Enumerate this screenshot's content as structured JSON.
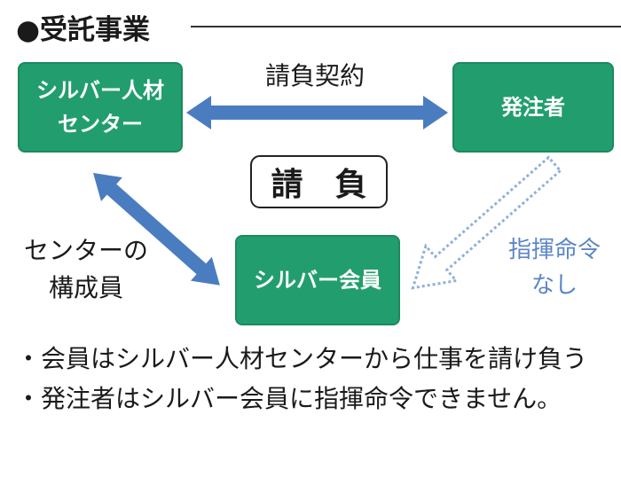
{
  "header": {
    "title": "●受託事業"
  },
  "nodes": {
    "center": {
      "line1": "シルバー人材",
      "line2": "センター"
    },
    "client": {
      "label": "発注者"
    },
    "member": {
      "label": "シルバー会員"
    }
  },
  "contract_label": "請負契約",
  "ukeoi_label": "請　負",
  "member_label": {
    "line1": "センターの",
    "line2": "構成員"
  },
  "no_command_label": {
    "line1": "指揮命令",
    "line2": "なし"
  },
  "notes": [
    "・会員はシルバー人材センターから仕事を請け負う",
    "・発注者はシルバー会員に指揮命令できません。"
  ],
  "colors": {
    "box": "#229e6e",
    "arrow": "#4a7cc0",
    "dotted_arrow": "#8fb0dc",
    "no_command_text": "#5b86c6"
  }
}
